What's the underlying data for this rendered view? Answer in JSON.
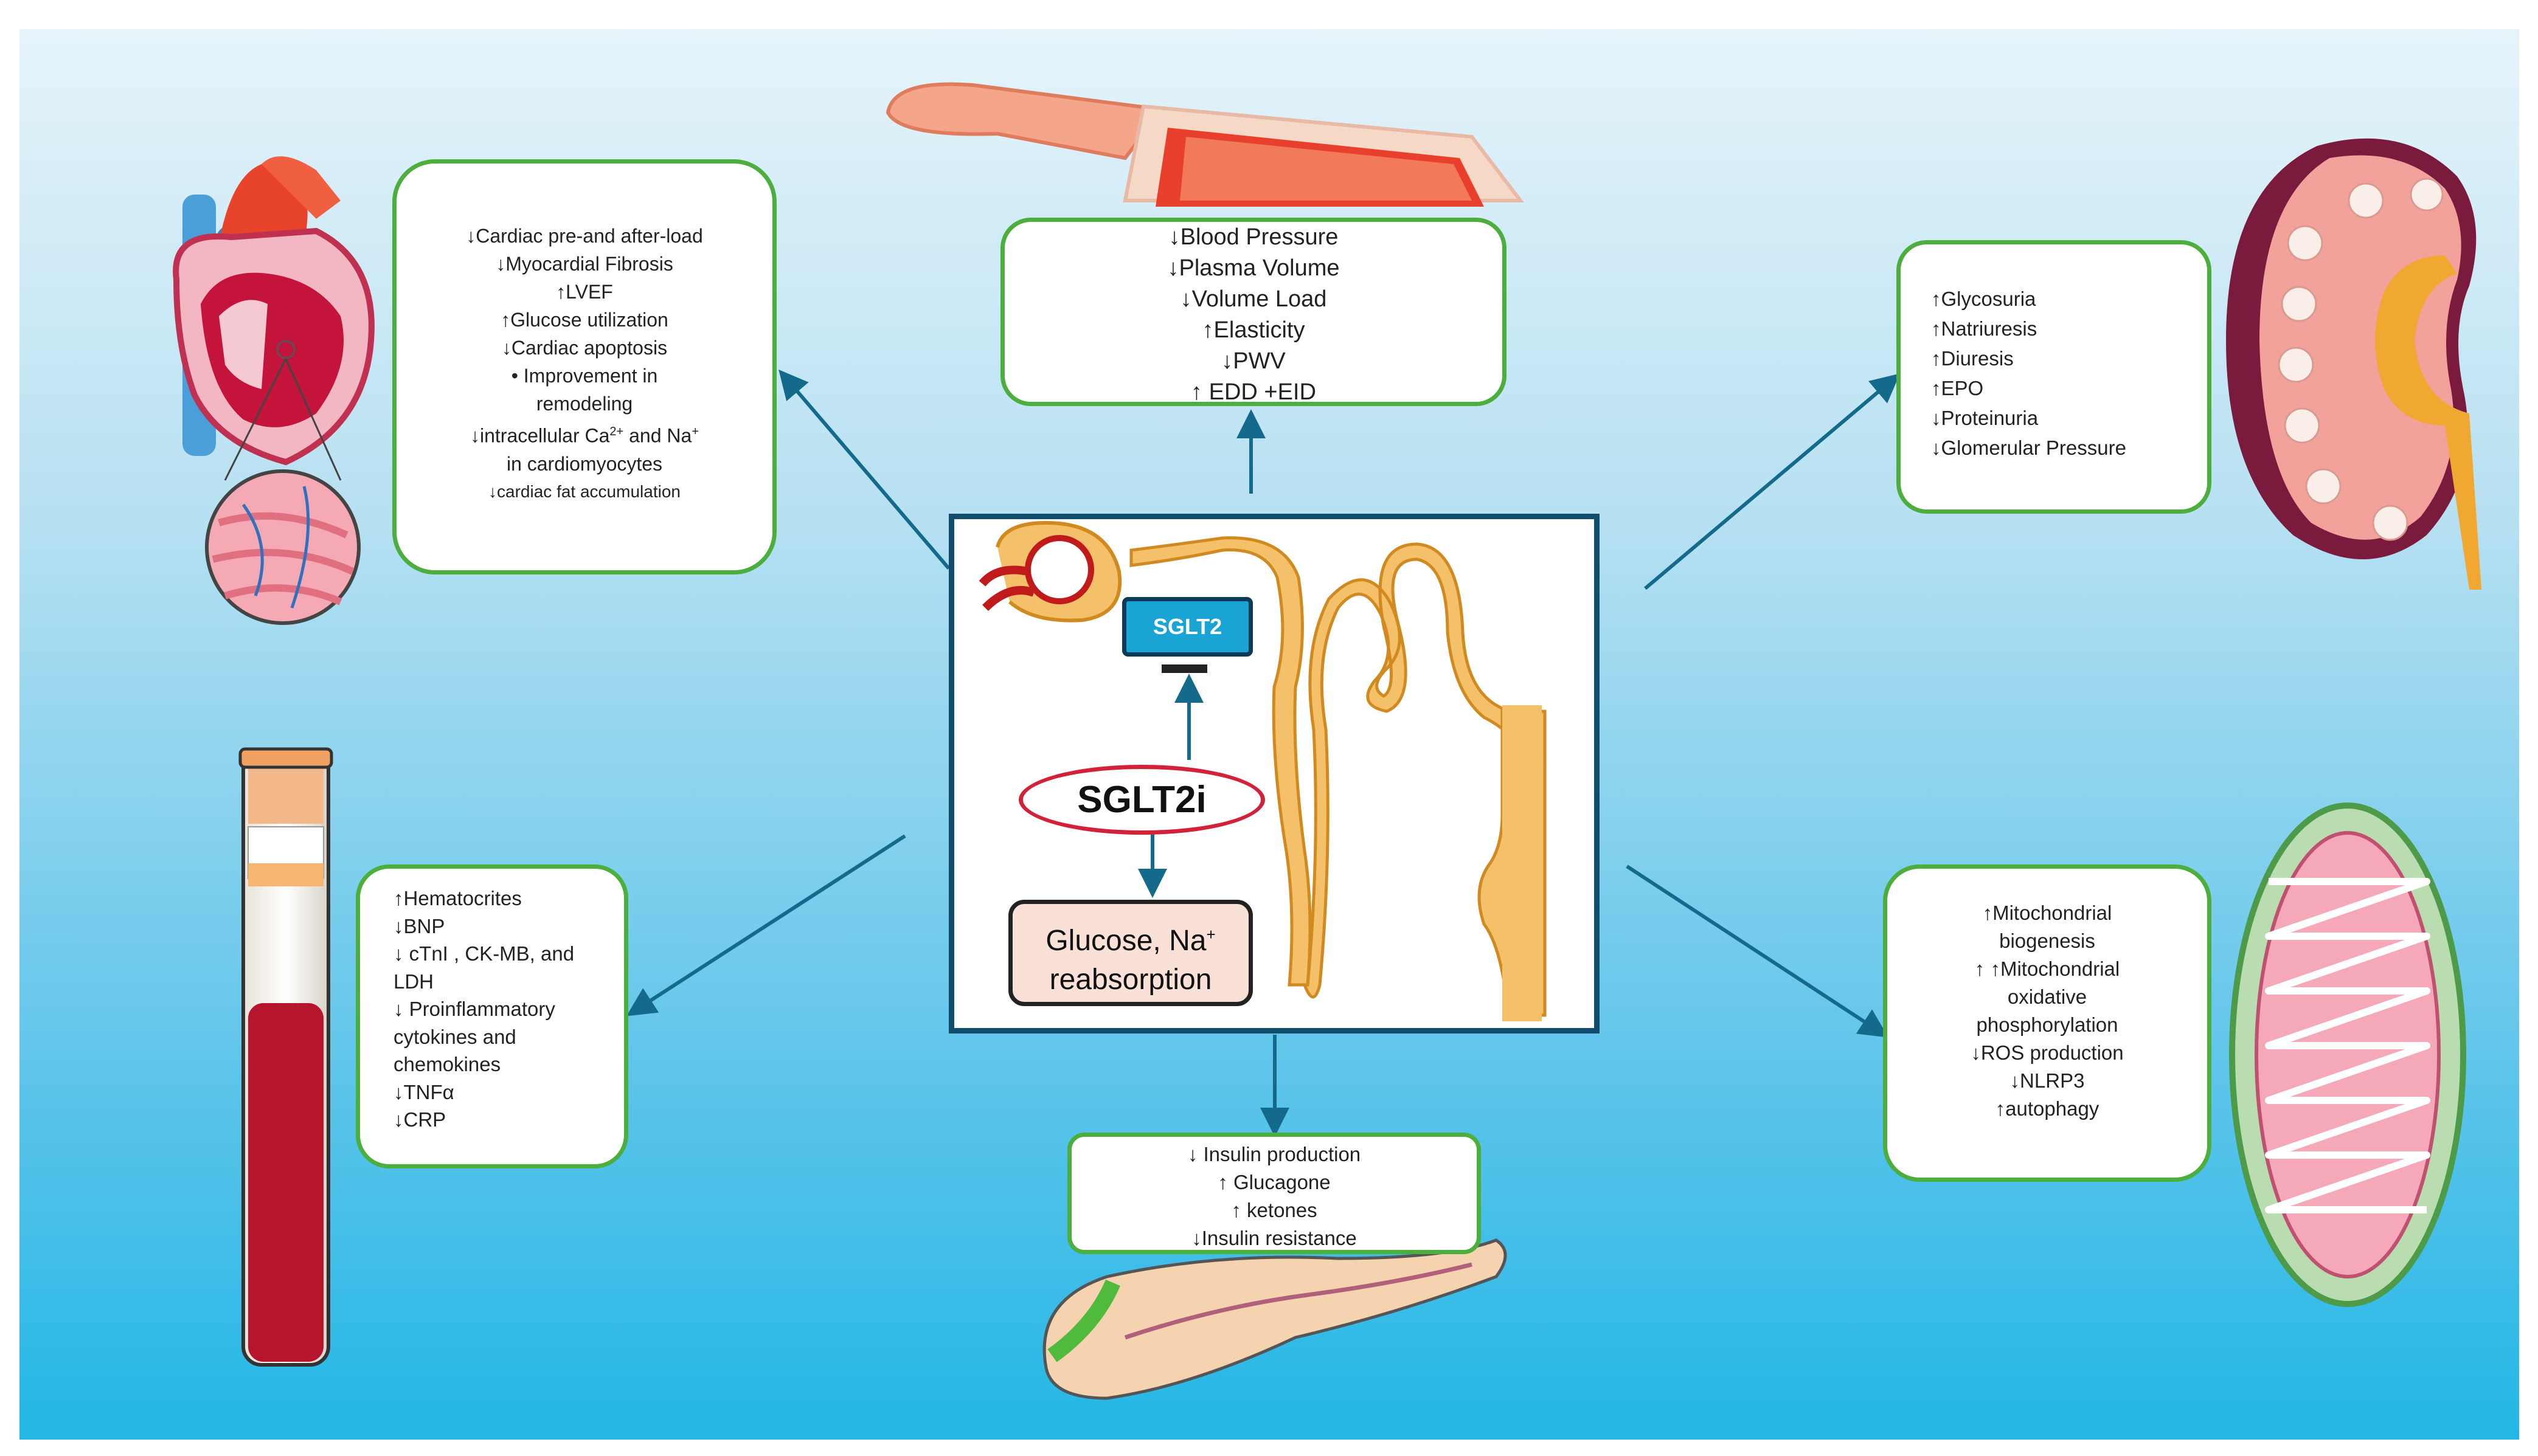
{
  "center": {
    "sglt2_label": "SGLT2",
    "sglt2i_label": "SGLT2i",
    "glucose_line1_a": "Glucose, Na",
    "glucose_line1_sup": "+",
    "glucose_line2": "reabsorption"
  },
  "heart_box": {
    "l1": "↓Cardiac pre-and after-load",
    "l2": "↓Myocardial Fibrosis",
    "l3": "↑LVEF",
    "l4": "↑Glucose utilization",
    "l5": "↓Cardiac apoptosis",
    "l6": "•     Improvement in",
    "l7": "remodeling",
    "l8a": "↓intracellular Ca",
    "l8sup1": "2+",
    "l8b": " and Na",
    "l8sup2": "+",
    "l9": "in  cardiomyocytes",
    "l10": "↓cardiac fat accumulation"
  },
  "vessel_box": {
    "l1": "↓Blood Pressure",
    "l2": "↓Plasma Volume",
    "l3": "↓Volume Load",
    "l4": "↑Elasticity",
    "l5": "↓PWV",
    "l6": "↑ EDD +EID"
  },
  "kidney_box": {
    "l1": "↑Glycosuria",
    "l2": "↑Natriuresis",
    "l3": "↑Diuresis",
    "l4": "↑EPO",
    "l5": "↓Proteinuria",
    "l6": "↓Glomerular Pressure"
  },
  "blood_box": {
    "l1": "↑Hematocrites",
    "l2": "↓BNP",
    "l3": "↓ cTnI , CK-MB, and",
    "l4": "LDH",
    "l5": "↓ Proinflammatory",
    "l6": "cytokines and",
    "l7": "chemokines",
    "l8": "↓TNFα",
    "l9": "↓CRP"
  },
  "mito_box": {
    "l1": "↑Mitochondrial",
    "l2": "biogenesis",
    "l3": "↑ ↑Mitochondrial",
    "l4": "oxidative",
    "l5": "phosphorylation",
    "l6": "↓ROS production",
    "l7": "↓NLRP3",
    "l8": "↑autophagy"
  },
  "pancreas_box": {
    "l1": "↓ Insulin production",
    "l2": "↑ Glucagone",
    "l3": "↑ ketones",
    "l4": "↓Insulin resistance"
  },
  "colors": {
    "box_border": "#4cae3c",
    "arrow": "#136a8a",
    "sglt2_fill": "#1aa4d4",
    "sglt2i_border": "#d1223a",
    "glucose_fill": "#f9e1d7"
  }
}
